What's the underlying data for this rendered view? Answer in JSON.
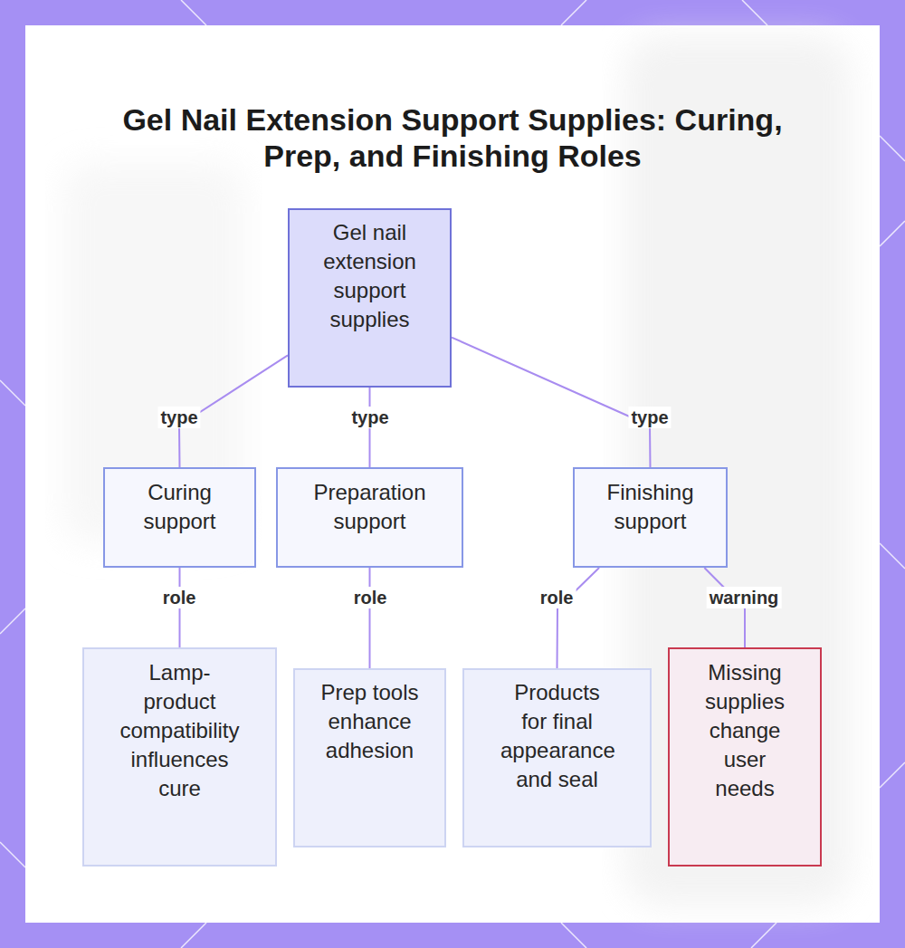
{
  "diagram": {
    "title": "Gel Nail Extension Support Supplies: Curing, Prep, and Finishing Roles",
    "nodes": [
      {
        "text": [
          "Gel nail extension support supplies"
        ]
      },
      {
        "text": [
          "Curing support"
        ]
      },
      {
        "text": [
          "Preparation support"
        ]
      },
      {
        "text": [
          "Finishing support"
        ]
      },
      {
        "text": [
          "Lamp-product compatibility influences cure"
        ]
      },
      {
        "text": [
          "Prep tools enhance adhesion"
        ]
      },
      {
        "text": [
          "Products for final appearance and seal"
        ]
      },
      {
        "text": [
          "Missing supplies change user needs"
        ]
      }
    ],
    "edges": [
      {
        "from": 0,
        "to": 1,
        "label": "type",
        "arrow": "none"
      },
      {
        "from": 0,
        "to": 2,
        "label": "type",
        "arrow": "none"
      },
      {
        "from": 0,
        "to": 3,
        "label": "type",
        "arrow": "none"
      },
      {
        "from": 1,
        "to": 4,
        "label": "role",
        "arrow": "none"
      },
      {
        "from": 2,
        "to": 5,
        "label": "role",
        "arrow": "none"
      },
      {
        "from": 3,
        "to": 6,
        "label": "role",
        "arrow": "none"
      },
      {
        "from": 3,
        "to": 7,
        "label": "warning",
        "arrow": "none"
      }
    ]
  }
}
